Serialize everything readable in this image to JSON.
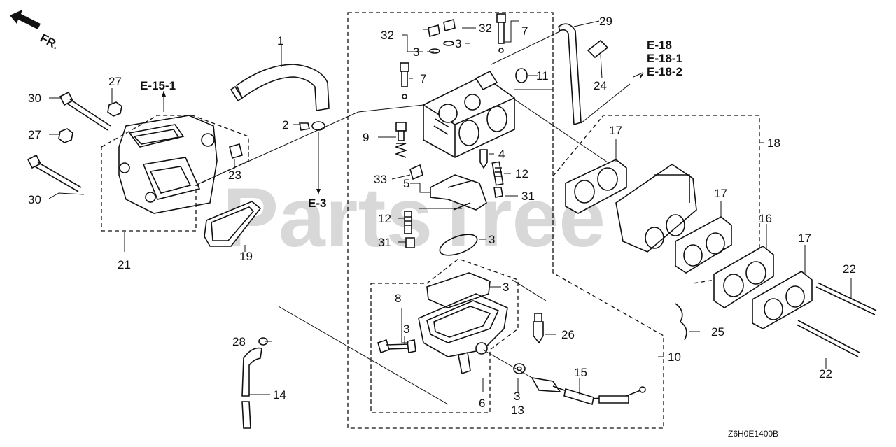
{
  "watermark": "PartsTree",
  "diagram_code": "Z6H0E1400B",
  "direction": "FR.",
  "references": [
    "E-15-1",
    "E-3",
    "E-18",
    "E-18-1",
    "E-18-2"
  ],
  "callouts": {
    "c1": "1",
    "c2": "2",
    "c3a": "3",
    "c3b": "3",
    "c3c": "3",
    "c3d": "3",
    "c3e": "3",
    "c3f": "3",
    "c4": "4",
    "c5": "5",
    "c6": "6",
    "c7a": "7",
    "c7b": "7",
    "c8": "8",
    "c9": "9",
    "c10": "10",
    "c11": "11",
    "c12a": "12",
    "c12b": "12",
    "c13": "13",
    "c14": "14",
    "c15": "15",
    "c16": "16",
    "c17a": "17",
    "c17b": "17",
    "c17c": "17",
    "c18": "18",
    "c19": "19",
    "c21": "21",
    "c22a": "22",
    "c22b": "22",
    "c23": "23",
    "c24": "24",
    "c25": "25",
    "c26": "26",
    "c27a": "27",
    "c27b": "27",
    "c28": "28",
    "c29": "29",
    "c30a": "30",
    "c30b": "30",
    "c31a": "31",
    "c31b": "31",
    "c32a": "32",
    "c32b": "32",
    "c33": "33"
  }
}
